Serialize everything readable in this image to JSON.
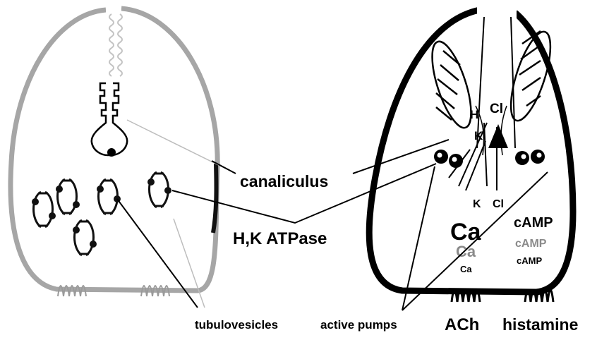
{
  "labels": {
    "canaliculus": "canaliculus",
    "hk_atpase": "H,K ATPase",
    "tubulovesicles": "tubulovesicles",
    "active_pumps": "active pumps",
    "ach": "ACh",
    "histamine": "histamine"
  },
  "ions": {
    "h": "H",
    "k_top": "K",
    "k_bottom": "K",
    "cl_top": "Cl",
    "cl_bottom": "Cl",
    "ca_large": "Ca",
    "ca_medium": "Ca",
    "ca_small": "Ca",
    "camp_large": "cAMP",
    "camp_medium": "cAMP",
    "camp_small": "cAMP"
  },
  "colors": {
    "resting_membrane": "#a6a6a6",
    "active_membrane": "#000000",
    "leader_line": "#000000",
    "faint_leader": "#bdbdbd",
    "background": "#ffffff",
    "faded_ion": "#8a8a8a"
  }
}
